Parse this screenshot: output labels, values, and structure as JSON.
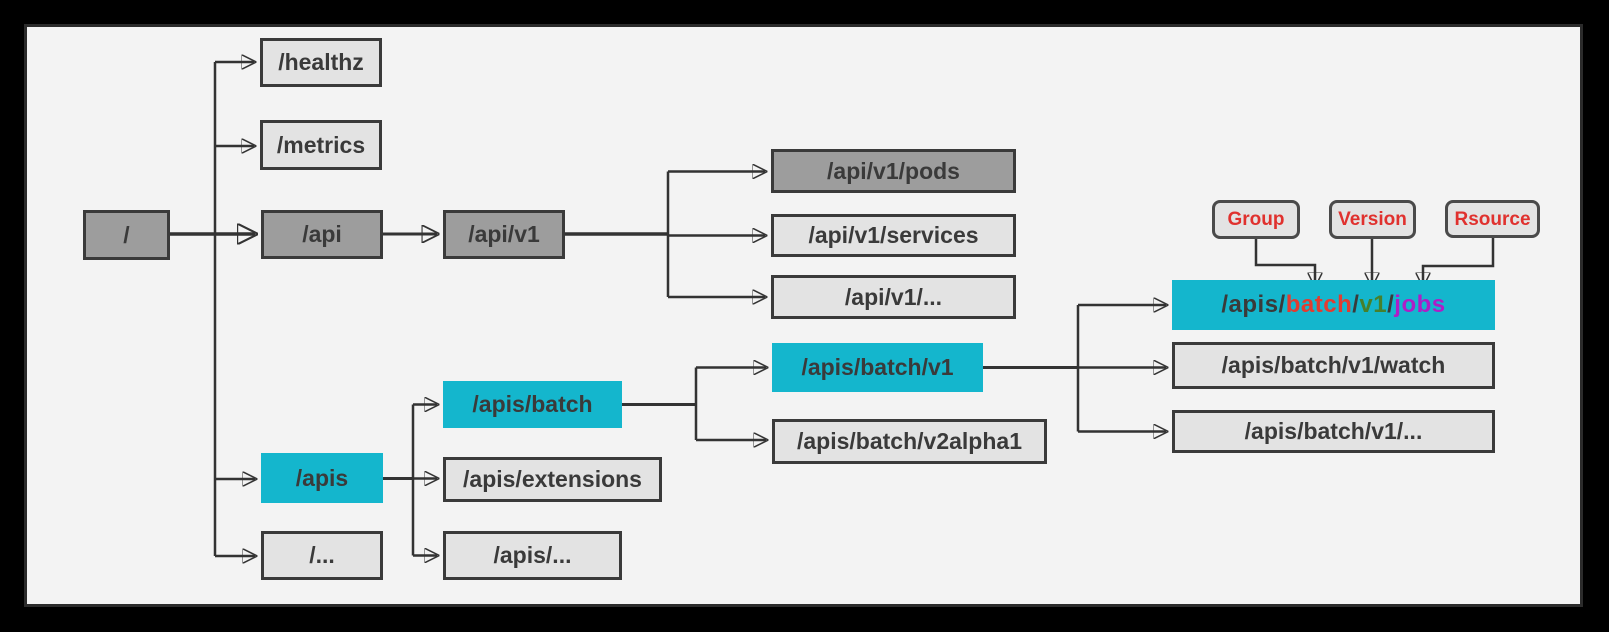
{
  "colors": {
    "outer": "#000000",
    "panel": "#f3f3f3",
    "panel_border": "#2b2b2b",
    "node_dark_fill": "#9d9d9d",
    "node_light_fill": "#e3e3e3",
    "node_cyan_fill": "#14b6cd",
    "node_border": "#3a3a3a",
    "node_text": "#3a3a3a",
    "line": "#333333",
    "tag_fill": "#e3e3e3",
    "tag_border": "#4a4a4a",
    "tag_text": "#e0312e"
  },
  "nodes": {
    "root": {
      "label": "/"
    },
    "healthz": {
      "label": "/healthz"
    },
    "metrics": {
      "label": "/metrics"
    },
    "api": {
      "label": "/api"
    },
    "apis": {
      "label": "/apis"
    },
    "root_more": {
      "label": "/..."
    },
    "api_v1": {
      "label": "/api/v1"
    },
    "apis_batch": {
      "label": "/apis/batch"
    },
    "apis_extensions": {
      "label": "/apis/extensions"
    },
    "apis_more": {
      "label": "/apis/..."
    },
    "api_v1_pods": {
      "label": "/api/v1/pods"
    },
    "api_v1_services": {
      "label": "/api/v1/services"
    },
    "api_v1_more": {
      "label": "/api/v1/..."
    },
    "apis_batch_v1": {
      "label": "/apis/batch/v1"
    },
    "apis_batch_v2alpha1": {
      "label": "/apis/batch/v2alpha1"
    },
    "apis_batch_v1_watch": {
      "label": "/apis/batch/v1/watch"
    },
    "apis_batch_v1_more": {
      "label": "/apis/batch/v1/..."
    },
    "apis_batch_v1_jobs": {
      "segments": [
        {
          "text": "/apis/",
          "color": "#3a3a3a"
        },
        {
          "text": "batch",
          "color": "#e23c30"
        },
        {
          "text": "/",
          "color": "#3a3a3a"
        },
        {
          "text": "v1",
          "color": "#47802c"
        },
        {
          "text": "/",
          "color": "#3a3a3a"
        },
        {
          "text": "jobs",
          "color": "#ae1ec6"
        }
      ]
    }
  },
  "annotations": {
    "group": "Group",
    "version": "Version",
    "resource": "Rsource"
  }
}
